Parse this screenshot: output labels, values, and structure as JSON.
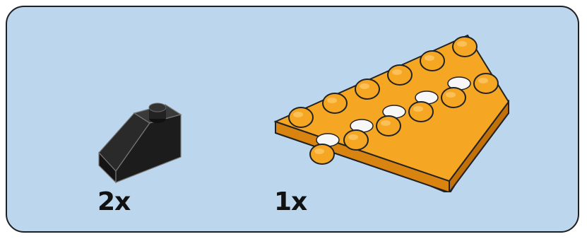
{
  "parts_panel": {
    "background_color": "#bcd6ee",
    "border_color": "#1f1f1f",
    "items": [
      {
        "name": "black-slope-brick",
        "icon": "slope-brick-icon",
        "color": "#1a1a1a",
        "quantity_label": "2x"
      },
      {
        "name": "orange-technic-plate",
        "icon": "technic-plate-icon",
        "color": "#f5a623",
        "quantity_label": "1x"
      }
    ]
  }
}
